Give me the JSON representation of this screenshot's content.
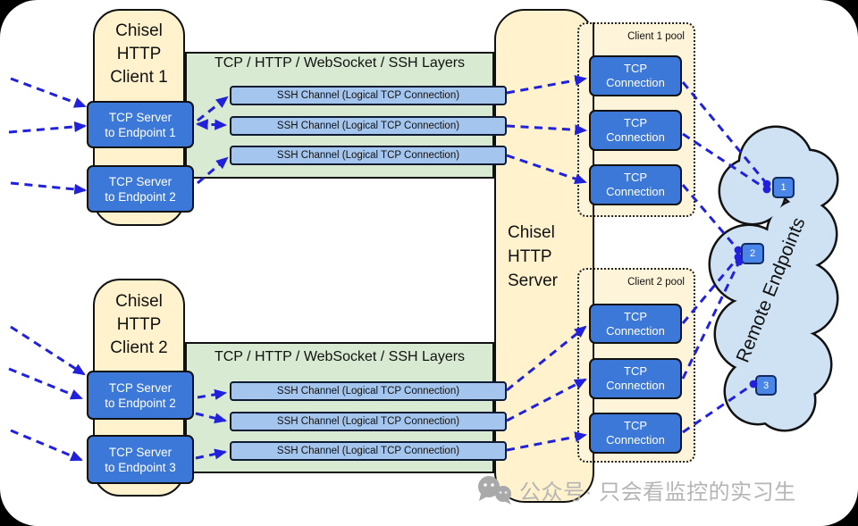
{
  "diagram": {
    "clients": [
      {
        "title": "Chisel\nHTTP\nClient 1",
        "servers": [
          "TCP Server\nto Endpoint 1",
          "TCP Server\nto Endpoint 2"
        ]
      },
      {
        "title": "Chisel\nHTTP\nClient 2",
        "servers": [
          "TCP Server\nto Endpoint 2",
          "TCP Server\nto Endpoint 3"
        ]
      }
    ],
    "layers_band_title": "TCP / HTTP / WebSocket / SSH Layers",
    "ssh_channel_label": "SSH Channel (Logical TCP Connection)",
    "server_title": "Chisel\nHTTP\nServer",
    "pools": [
      {
        "label": "Client 1 pool"
      },
      {
        "label": "Client 2 pool"
      }
    ],
    "tcp_connection_label": "TCP\nConnection",
    "cloud": {
      "label": "Remote Endpoints",
      "endpoints": [
        "1",
        "2",
        "3"
      ]
    },
    "watermark": {
      "text": "公众号· 只会看监控的实习生"
    },
    "colors": {
      "client_fill": "#fff2cc",
      "band_fill": "#d9ead3",
      "box_blue": "#3c78d8",
      "channel_fill": "#a4c6ee",
      "endpoint_blue": "#4a86e8",
      "cloud_fill": "#cfe2f3",
      "arrow_blue": "#2020dd",
      "pool_fill": "#fdf4da",
      "watermark_gray": "#b5b5b5"
    }
  }
}
